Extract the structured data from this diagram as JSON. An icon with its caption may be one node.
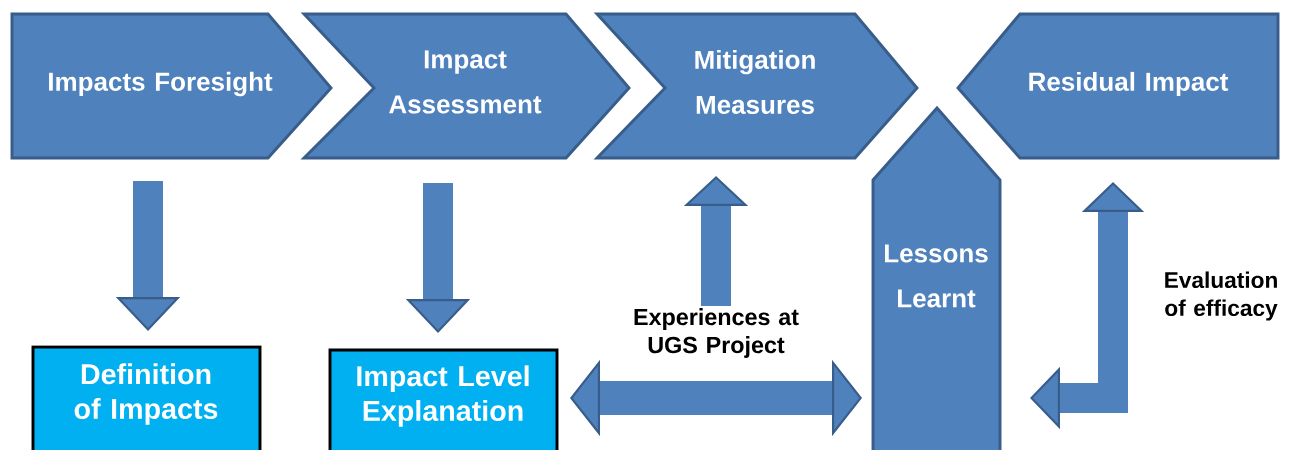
{
  "diagram": {
    "nodes": [
      {
        "text": [
          "Impacts Foresight"
        ]
      },
      {
        "text": [
          "Impact Assessment"
        ]
      },
      {
        "text": [
          "Mitigation Measures"
        ]
      },
      {
        "text": [
          "Residual Impact"
        ]
      },
      {
        "text": [
          "Lessons Learnt"
        ]
      },
      {
        "text": [
          "Definition of Impacts"
        ]
      },
      {
        "text": [
          "Impact Level Explanation"
        ]
      },
      {
        "text": [
          "Experiences at UGS Project"
        ]
      }
    ],
    "edges": [
      {
        "from": 0,
        "to": 5,
        "arrow": "to"
      },
      {
        "from": 1,
        "to": 6,
        "arrow": "to"
      },
      {
        "from": 7,
        "to": 2,
        "arrow": "to"
      },
      {
        "from": 6,
        "to": 4,
        "arrow": "both"
      },
      {
        "from": 4,
        "to": 3,
        "arrow": "both",
        "label": "Evaluation of efficacy"
      }
    ]
  }
}
